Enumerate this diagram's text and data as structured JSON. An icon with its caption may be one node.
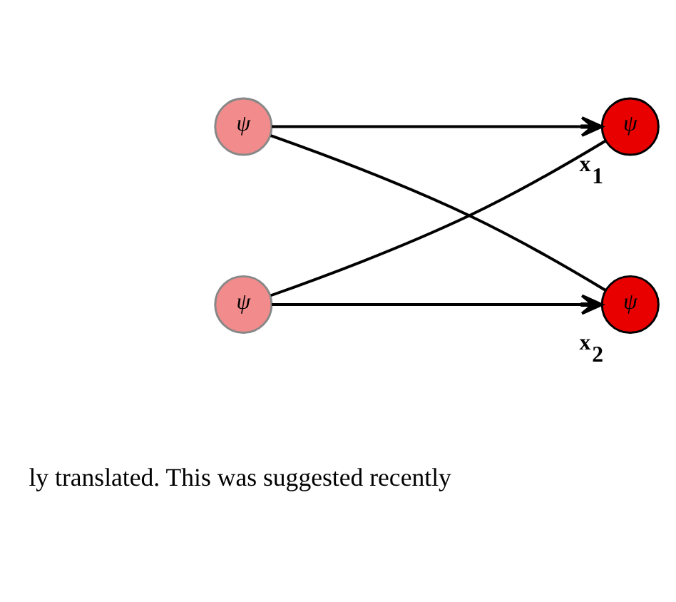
{
  "diagram": {
    "nodes": [
      {
        "text": [
          "ψ"
        ]
      },
      {
        "text": [
          "ψ"
        ],
        "beside": [
          "x$_{1}$"
        ]
      },
      {
        "text": [
          "ψ"
        ],
        "beside": [
          "x$_{2}$"
        ]
      },
      {
        "text": [
          "ψ"
        ]
      }
    ],
    "edges": [
      {
        "from": 2,
        "to": 0,
        "arrow": "none"
      },
      {
        "from": 0,
        "to": 1,
        "arrow": "to"
      },
      {
        "from": 1,
        "to": 3,
        "arrow": "none"
      },
      {
        "from": 3,
        "to": 2,
        "arrow": "to"
      }
    ],
    "labels": [
      "ly translated. This was suggested recently"
    ]
  }
}
